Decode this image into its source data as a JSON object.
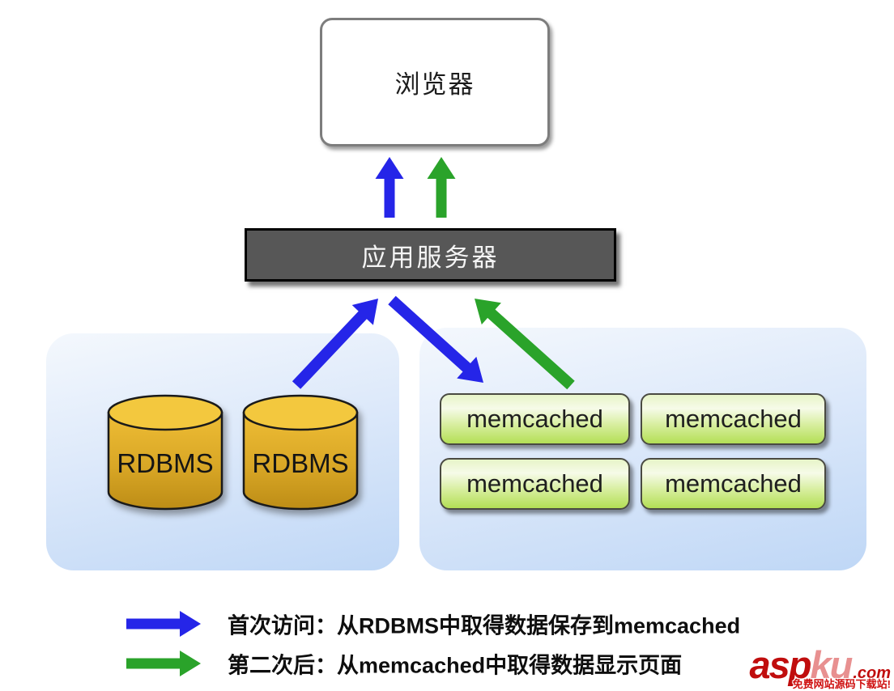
{
  "diagram": {
    "browser_label": "浏览器",
    "app_server_label": "应用服务器",
    "rdbms_nodes": [
      "RDBMS",
      "RDBMS"
    ],
    "memcached_nodes": [
      "memcached",
      "memcached",
      "memcached",
      "memcached"
    ]
  },
  "legend": {
    "items": [
      {
        "color": "#2525e8",
        "label": "首次访问：从RDBMS中取得数据保存到memcached"
      },
      {
        "color": "#2aa32a",
        "label": "第二次后：从memcached中取得数据显示页面"
      }
    ]
  },
  "watermark": {
    "brand_asp": "asp",
    "brand_ku": "ku",
    "brand_tld": ".com",
    "tagline": "免费网站源码下载站!"
  },
  "colors": {
    "first_access_arrow": "#2525e8",
    "second_access_arrow": "#2aa32a",
    "app_server_fill": "#575757",
    "rdbms_fill": "#d9a726",
    "memcached_fill": "#c4e878",
    "panel_fill": "#cfe0f8"
  }
}
